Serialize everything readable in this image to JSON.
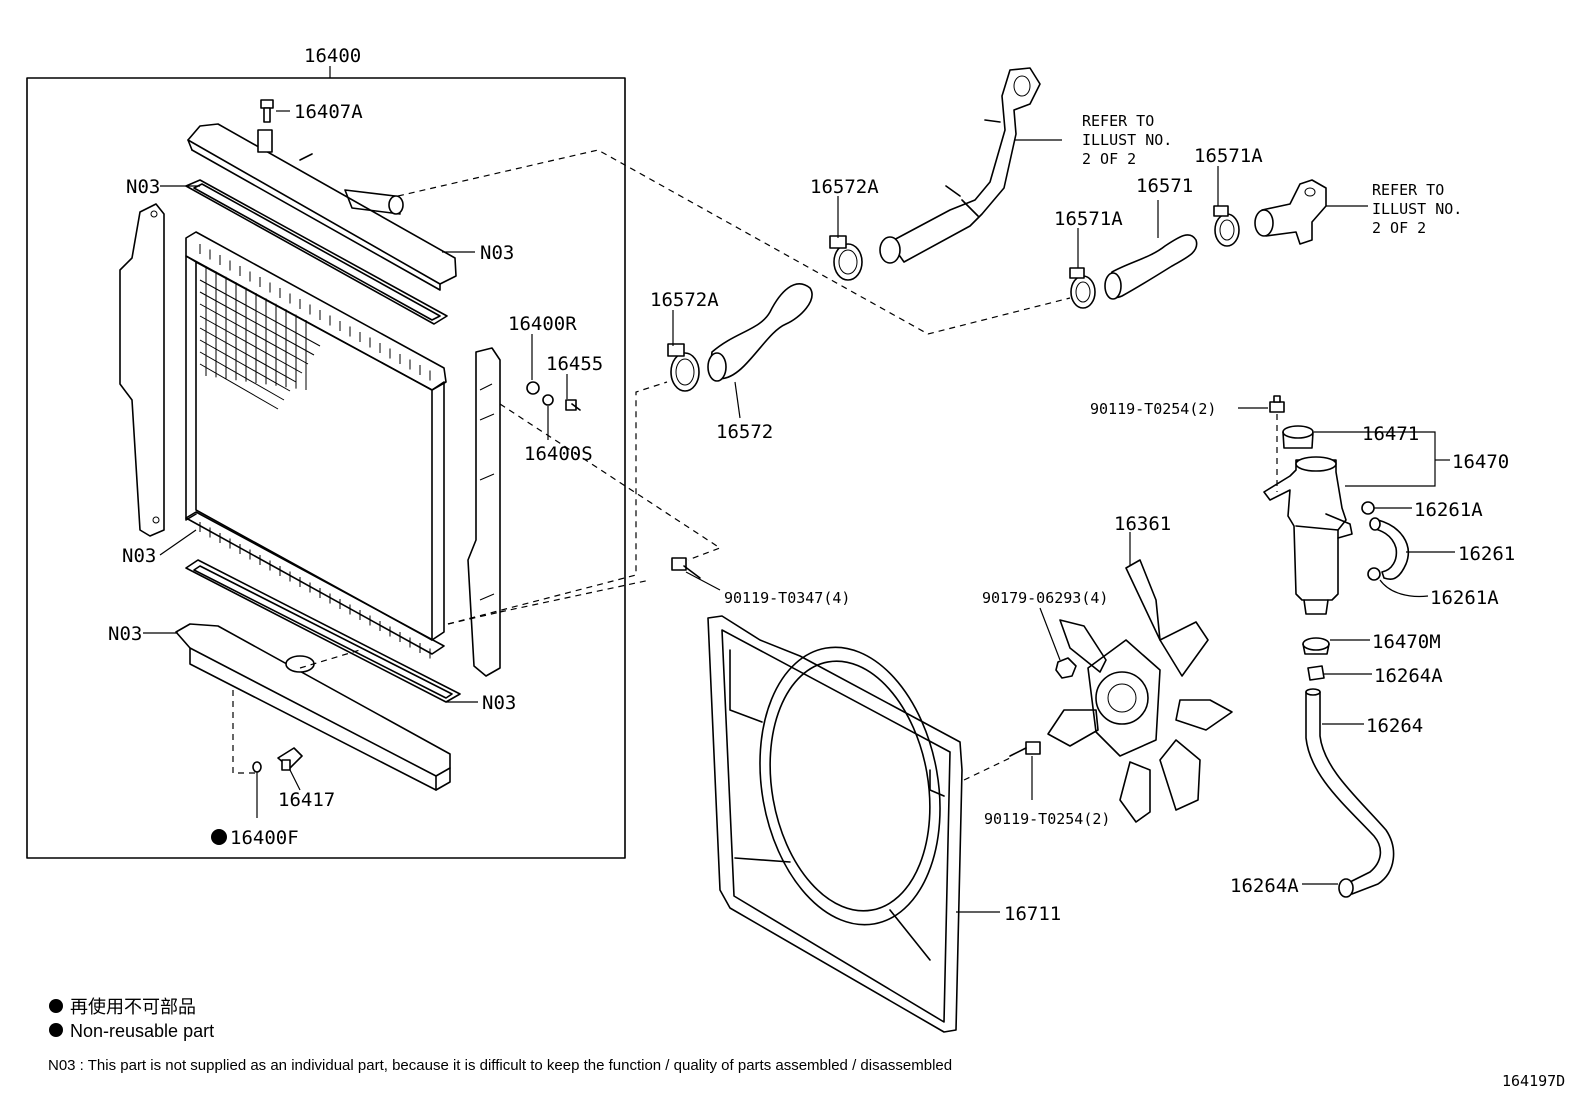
{
  "colors": {
    "ink": "#000000",
    "paper": "#ffffff"
  },
  "labels": {
    "p16400": "16400",
    "p16407A": "16407A",
    "n03_a": "N03",
    "n03_b": "N03",
    "n03_c": "N03",
    "n03_d": "N03",
    "n03_e": "N03",
    "p16400R": "16400R",
    "p16455": "16455",
    "p16400S": "16400S",
    "p16417": "16417",
    "p16400F": "16400F",
    "p16572A_top": "16572A",
    "p16572A_left": "16572A",
    "p16572": "16572",
    "p16571A_left": "16571A",
    "p16571": "16571",
    "p16571A_right": "16571A",
    "p90119_T0347": "90119-T0347(4)",
    "p90179_06293": "90179-06293(4)",
    "p90119_T0254_fan": "90119-T0254(2)",
    "p90119_T0254_tank": "90119-T0254(2)",
    "p16361": "16361",
    "p16711": "16711",
    "p16471": "16471",
    "p16470": "16470",
    "p16261A_top": "16261A",
    "p16261": "16261",
    "p16261A_bottom": "16261A",
    "p16470M": "16470M",
    "p16264A_top": "16264A",
    "p16264": "16264",
    "p16264A_bottom": "16264A"
  },
  "refer_1": [
    "REFER TO",
    "ILLUST NO.",
    "2 OF 2"
  ],
  "refer_2": [
    "REFER TO",
    "ILLUST NO.",
    "2 OF 2"
  ],
  "legend": {
    "jp": "再使用不可部品",
    "en": "Non-reusable part",
    "n03_note": "N03 : This part is not supplied as an individual part, because it is difficult to keep the function / quality of parts assembled / disassembled"
  },
  "drawing_id": "164197D"
}
